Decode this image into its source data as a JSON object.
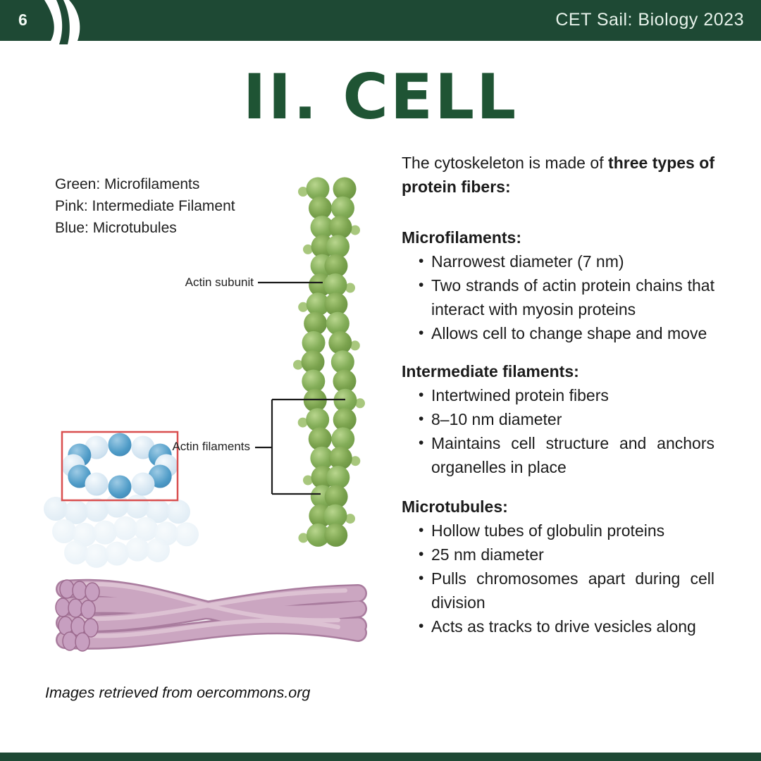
{
  "header": {
    "page_number": "6",
    "title": "CET Sail: Biology 2023"
  },
  "page_title": "II. CELL",
  "legend": {
    "lines": [
      "Green: Microfilaments",
      "Pink: Intermediate Filament",
      "Blue: Microtubules"
    ]
  },
  "diagram": {
    "actin_subunit_label": "Actin subunit",
    "actin_filaments_label": "Actin filaments"
  },
  "caption": "Images retrieved from oercommons.org",
  "content": {
    "intro_normal": "The cytoskeleton is made of ",
    "intro_bold": "three types of protein fibers:",
    "sections": [
      {
        "heading": "Microfilaments:",
        "bullets": [
          "Narrowest diameter (7 nm)",
          "Two strands of actin protein chains that interact with myosin proteins",
          "Allows cell to change shape and move"
        ]
      },
      {
        "heading": "Intermediate filaments:",
        "bullets": [
          "Intertwined protein fibers",
          "8–10 nm diameter",
          "Maintains cell structure and anchors organelles in place"
        ]
      },
      {
        "heading": "Microtubules:",
        "bullets": [
          "Hollow tubes of globulin proteins",
          "25 nm diameter",
          "Pulls chromosomes apart during cell division",
          "Acts as tracks to drive vesicles along"
        ]
      }
    ]
  },
  "colors": {
    "header_green": "#1e4934",
    "title_green": "#1f5434",
    "red_box": "#d94f4f",
    "actin_green": "#7aa24d",
    "microtubule_blue": "#4e9bc7",
    "filament_pink": "#cba6c1"
  }
}
